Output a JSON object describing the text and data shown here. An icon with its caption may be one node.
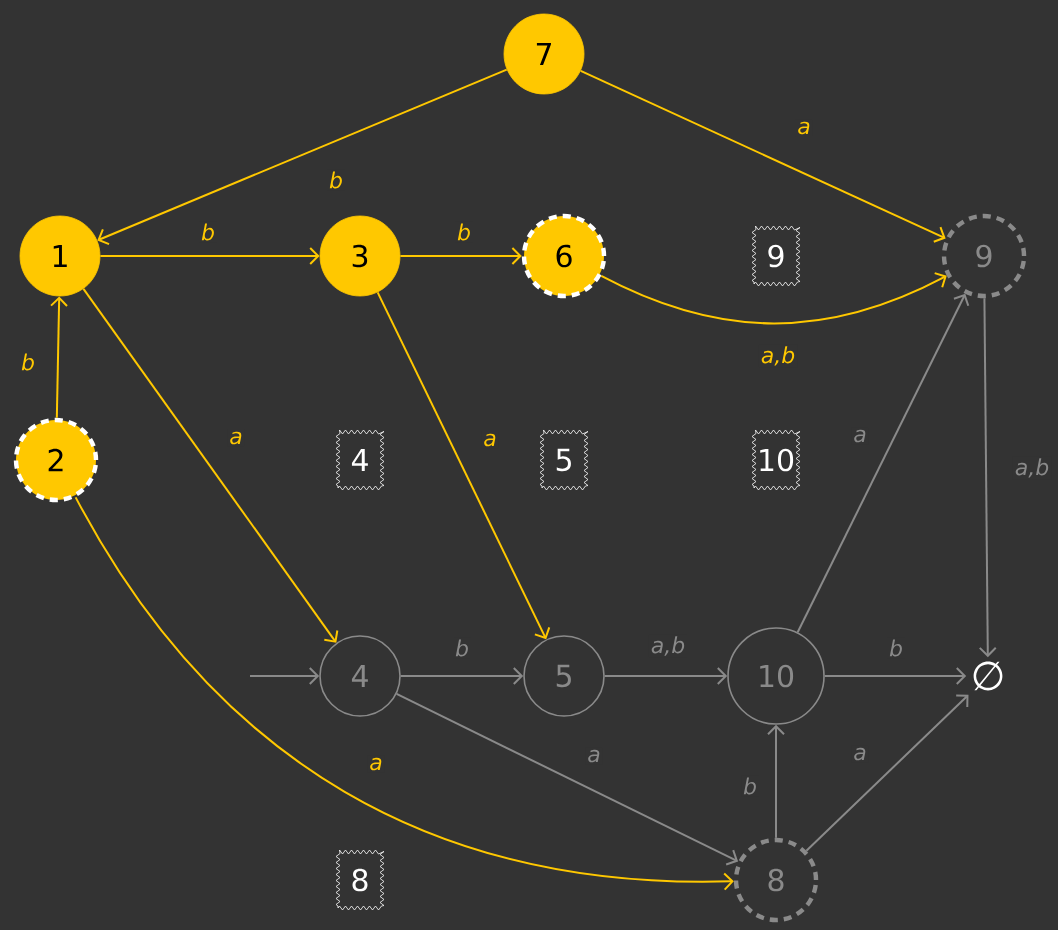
{
  "diagram": {
    "nodes": [
      {
        "text": [
          "7"
        ]
      },
      {
        "text": [
          "1"
        ]
      },
      {
        "text": [
          "3"
        ]
      },
      {
        "text": [
          "6"
        ]
      },
      {
        "text": [
          "9"
        ]
      },
      {
        "text": [
          "9"
        ]
      },
      {
        "text": [
          "2"
        ]
      },
      {
        "text": [
          "4"
        ]
      },
      {
        "text": [
          "5"
        ]
      },
      {
        "text": [
          "10"
        ]
      },
      {
        "text": [
          "4"
        ]
      },
      {
        "text": [
          "5"
        ]
      },
      {
        "text": [
          "10"
        ]
      },
      {
        "text": [
          "∅"
        ]
      },
      {
        "text": [
          "8"
        ]
      },
      {
        "text": [
          "8"
        ]
      }
    ],
    "edges": [
      {
        "from": 0,
        "to": 1,
        "arrow": "to",
        "label": "b",
        "color": "#ffc800"
      },
      {
        "from": 0,
        "to": 5,
        "arrow": "to",
        "label": "a",
        "color": "#ffc800"
      },
      {
        "from": 1,
        "to": 2,
        "arrow": "to",
        "label": "b",
        "color": "#ffc800"
      },
      {
        "from": 2,
        "to": 3,
        "arrow": "to",
        "label": "b",
        "color": "#ffc800"
      },
      {
        "from": 3,
        "to": 5,
        "arrow": "to",
        "label": "a,b",
        "color": "#ffc800"
      },
      {
        "from": 6,
        "to": 1,
        "arrow": "to",
        "label": "b",
        "color": "#ffc800"
      },
      {
        "from": 1,
        "to": 10,
        "arrow": "to",
        "label": "a",
        "color": "#ffc800"
      },
      {
        "from": 2,
        "to": 11,
        "arrow": "to",
        "label": "a",
        "color": "#ffc800"
      },
      {
        "from": 6,
        "to": 15,
        "arrow": "to",
        "label": "a",
        "color": "#ffc800"
      },
      {
        "from": null,
        "to": 10,
        "arrow": "to",
        "color": "#8a8a8a"
      },
      {
        "from": 10,
        "to": 11,
        "arrow": "to",
        "label": "b",
        "color": "#8a8a8a"
      },
      {
        "from": 10,
        "to": 15,
        "arrow": "to",
        "label": "a",
        "color": "#8a8a8a"
      },
      {
        "from": 11,
        "to": 12,
        "arrow": "to",
        "label": "a,b",
        "color": "#8a8a8a"
      },
      {
        "from": 12,
        "to": 5,
        "arrow": "to",
        "label": "a",
        "color": "#8a8a8a"
      },
      {
        "from": 12,
        "to": 13,
        "arrow": "to",
        "label": "b",
        "color": "#8a8a8a"
      },
      {
        "from": 5,
        "to": 13,
        "arrow": "to",
        "label": "a,b",
        "color": "#8a8a8a"
      },
      {
        "from": 15,
        "to": 12,
        "arrow": "to",
        "label": "b",
        "color": "#8a8a8a"
      },
      {
        "from": 15,
        "to": 13,
        "arrow": "to",
        "label": "a",
        "color": "#8a8a8a"
      }
    ]
  }
}
